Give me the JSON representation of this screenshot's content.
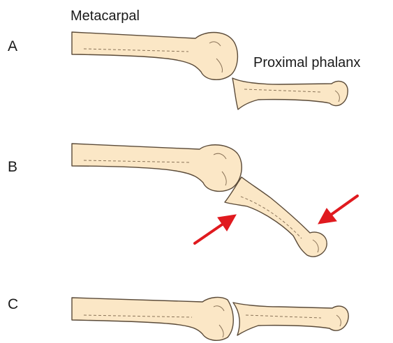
{
  "labels": {
    "metacarpal": "Metacarpal",
    "proximal_phalanx": "Proximal phalanx"
  },
  "panels": [
    {
      "label": "A"
    },
    {
      "label": "B"
    },
    {
      "label": "C"
    }
  ],
  "colors": {
    "bone_fill": "#fbe7c6",
    "bone_outline": "#5a4a38",
    "arrow": "#e01a1f"
  }
}
